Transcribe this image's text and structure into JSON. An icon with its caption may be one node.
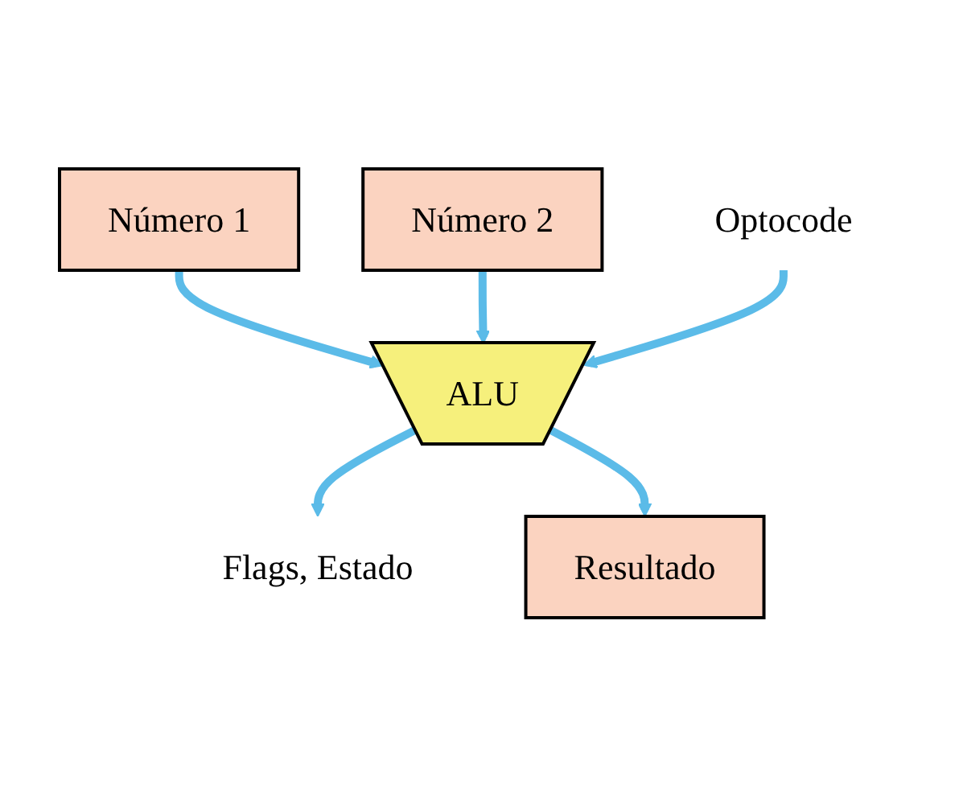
{
  "diagram": {
    "nodes": [
      {
        "text": [
          "Número 1"
        ]
      },
      {
        "text": [
          "Número 2"
        ]
      },
      {
        "text": [
          "ALU"
        ]
      },
      {
        "text": [
          "Flags, Estado"
        ]
      },
      {
        "text": [
          "Optocode"
        ]
      },
      {
        "text": [
          "Resultado"
        ]
      }
    ],
    "edges": [
      {
        "from": 0,
        "to": 2,
        "arrow": "to"
      },
      {
        "from": 1,
        "to": 2,
        "arrow": "to"
      },
      {
        "from": 2,
        "to": 3,
        "arrow": "to"
      },
      {
        "from": 4,
        "to": 2,
        "arrow": "to"
      },
      {
        "from": 2,
        "to": 5,
        "arrow": "to"
      }
    ]
  }
}
